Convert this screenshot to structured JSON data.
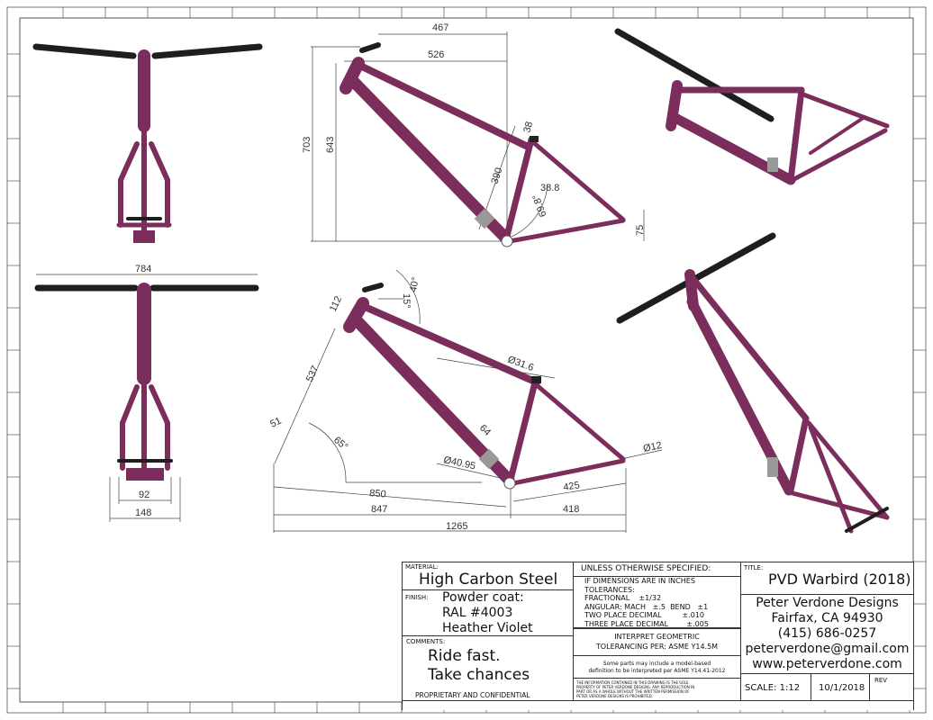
{
  "colors": {
    "frame": "#7b2d5c",
    "bar": "#1e1e1e"
  },
  "dimensions": {
    "side_top": {
      "reach_467": "467",
      "top_526": "526",
      "stack_703": "703",
      "stack_643": "643",
      "seat_38": "38",
      "seat_390": "390",
      "tube_38_8": "38.8",
      "angle_69_8": "69.8°",
      "drop_75": "75"
    },
    "side_bottom": {
      "stem_112": "112",
      "angle_15": "15°",
      "angle_40": "40°",
      "fork_537": "537",
      "offset_51": "51",
      "angle_65": "65°",
      "seatpost_31_6": "Ø31.6",
      "dt_64": "64",
      "dt_40_95": "Ø40.95",
      "axle_12": "Ø12",
      "front_850": "850",
      "chainstay_425": "425",
      "front_847": "847",
      "rear_418": "418",
      "wheelbase_1265": "1265"
    },
    "front": {
      "bar_784": "784",
      "fork_92": "92",
      "fork_148": "148"
    }
  },
  "title_block": {
    "material_label": "MATERIAL:",
    "material": "High Carbon Steel",
    "finish_label": "FINISH:",
    "finish_lines": [
      "Powder coat:",
      "RAL #4003",
      "Heather Violet"
    ],
    "comments_label": "COMMENTS:",
    "comments_lines": [
      "Ride fast.",
      "Take chances"
    ],
    "proprietary": "PROPRIETARY AND CONFIDENTIAL",
    "unless": "UNLESS OTHERWISE SPECIFIED:",
    "tolerances": [
      "IF DIMENSIONS ARE IN INCHES",
      "TOLERANCES:",
      "FRACTIONAL    ±1/32",
      "ANGULAR: MACH   ±.5  BEND   ±1",
      "TWO PLACE DECIMAL         ±.010",
      "THREE PLACE DECIMAL        ±.005"
    ],
    "interpret": [
      "INTERPRET GEOMETRIC",
      "TOLERANCING PER: ASME Y14.5M"
    ],
    "model_based": [
      "Some parts may include a model-based",
      "definition to be interpreted per ASME Y14.41-2012"
    ],
    "info": [
      "THE INFORMATION CONTAINED IN THIS DRAWING IS THE SOLE",
      "PROPERTY OF PETER VERDONE DESIGNS. ANY REPRODUCTION IN",
      "PART OR AS A WHOLE WITHOUT THE WRITTEN PERMISSION OF",
      "PETER VERDONE DESIGNS IS PROHIBITED."
    ],
    "title_label": "TITLE:",
    "title": "PVD Warbird (2018)",
    "company": [
      "Peter Verdone Designs",
      "Fairfax, CA 94930",
      "(415) 686-0257",
      "peterverdone@gmail.com",
      "www.peterverdone.com"
    ],
    "scale": "SCALE: 1:12",
    "date": "10/1/2018",
    "rev_label": "REV"
  }
}
